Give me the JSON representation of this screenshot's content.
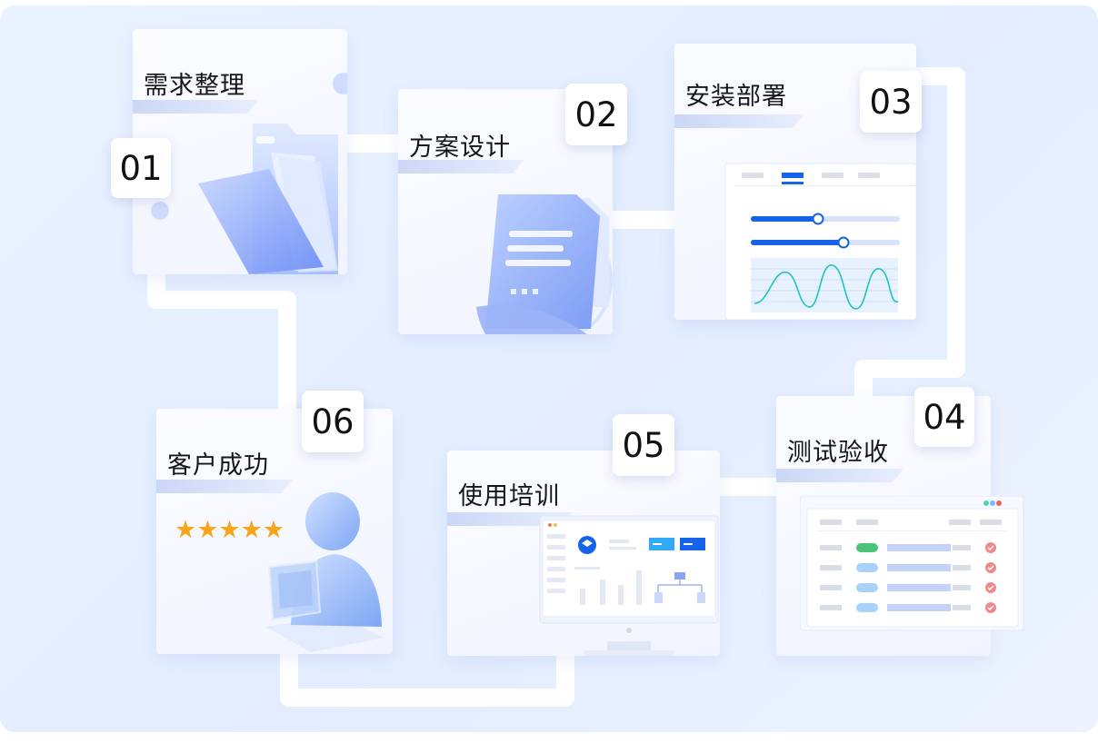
{
  "steps": [
    {
      "number": "01",
      "title": "需求整理"
    },
    {
      "number": "02",
      "title": "方案设计"
    },
    {
      "number": "03",
      "title": "安装部署"
    },
    {
      "number": "04",
      "title": "测试验收"
    },
    {
      "number": "05",
      "title": "使用培训"
    },
    {
      "number": "06",
      "title": "客户成功"
    }
  ],
  "rating_stars": "★★★★★",
  "colors": {
    "accent": "#1463e8",
    "star": "#f7a51c",
    "check": "#f08a8a",
    "pill_green": "#4cc27a"
  }
}
